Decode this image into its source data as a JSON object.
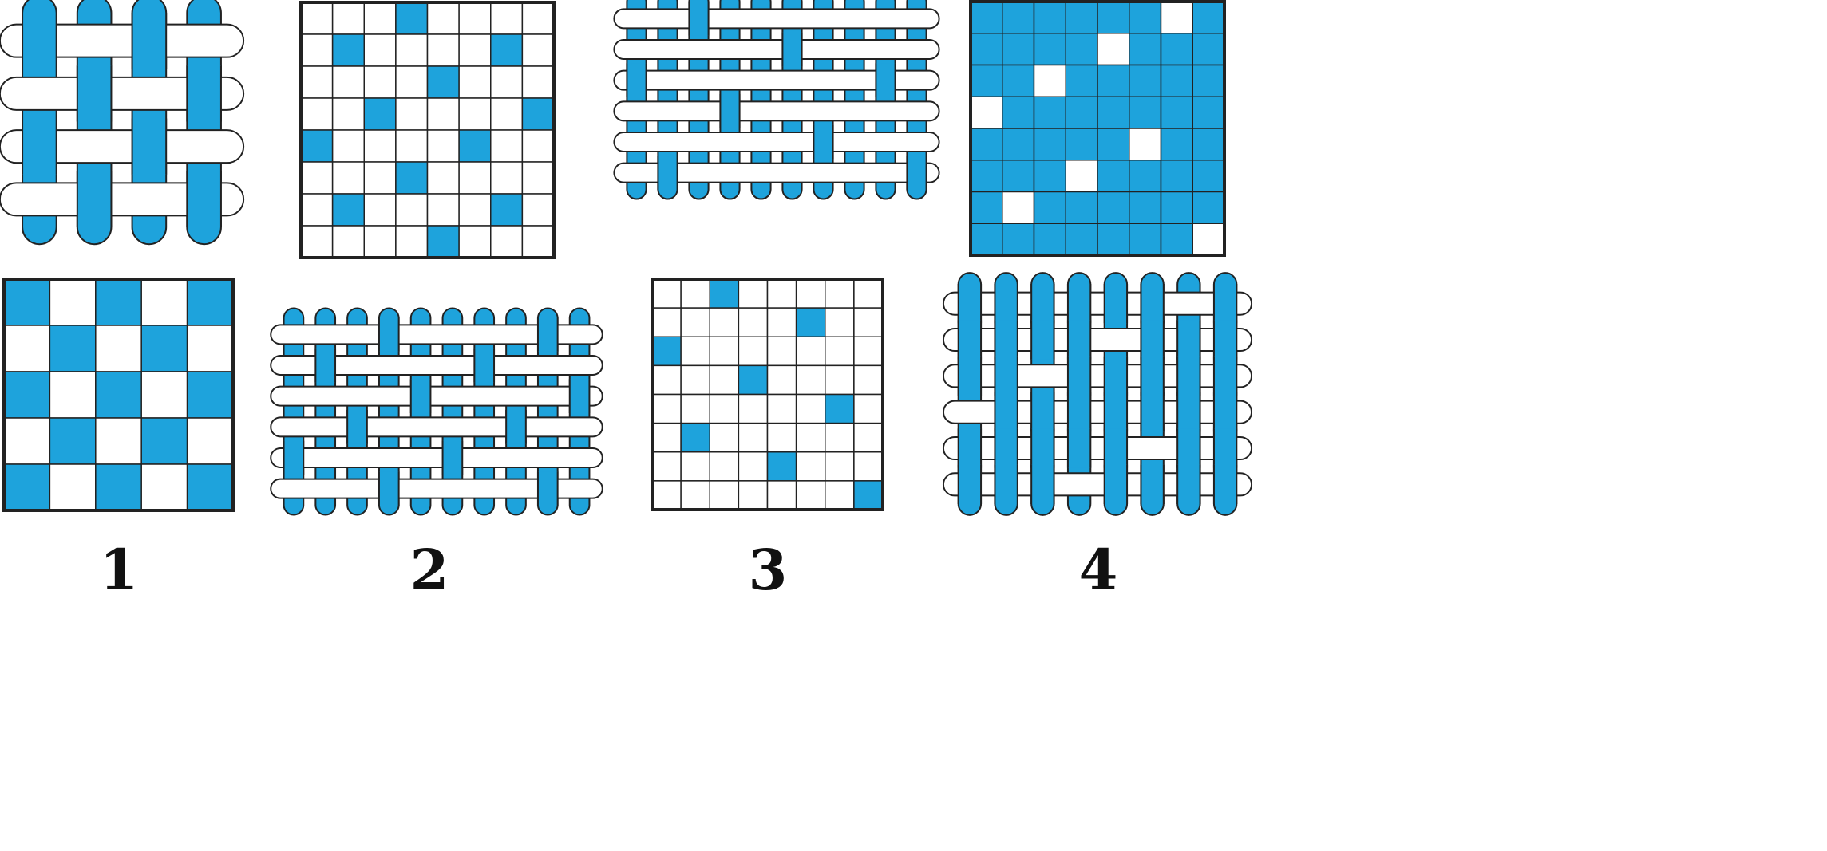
{
  "colors": {
    "blue": "#1ea3dc",
    "white": "#ffffff",
    "line": "#222222"
  },
  "labels": [
    "1",
    "2",
    "3",
    "4"
  ],
  "weaves": [
    {
      "id": "plain",
      "repeat": 2,
      "tile": [
        [
          1,
          0
        ],
        [
          0,
          1
        ]
      ]
    },
    {
      "id": "satin-5",
      "repeat": 5,
      "tile": [
        [
          0,
          0,
          0,
          1,
          0
        ],
        [
          0,
          1,
          0,
          0,
          0
        ],
        [
          0,
          0,
          0,
          0,
          1
        ],
        [
          0,
          0,
          1,
          0,
          0
        ],
        [
          1,
          0,
          0,
          0,
          0
        ]
      ]
    },
    {
      "id": "satin-8",
      "repeat": 8,
      "tile": [
        [
          0,
          0,
          1,
          0,
          0,
          0,
          0,
          0
        ],
        [
          0,
          0,
          0,
          0,
          0,
          1,
          0,
          0
        ],
        [
          1,
          0,
          0,
          0,
          0,
          0,
          0,
          0
        ],
        [
          0,
          0,
          0,
          1,
          0,
          0,
          0,
          0
        ],
        [
          0,
          0,
          0,
          0,
          0,
          0,
          1,
          0
        ],
        [
          0,
          1,
          0,
          0,
          0,
          0,
          0,
          0
        ],
        [
          0,
          0,
          0,
          0,
          1,
          0,
          0,
          0
        ],
        [
          0,
          0,
          0,
          0,
          0,
          0,
          0,
          1
        ]
      ]
    },
    {
      "id": "warp-satin-8",
      "repeat": 8,
      "tile": [
        [
          1,
          1,
          1,
          1,
          1,
          1,
          0,
          1
        ],
        [
          1,
          1,
          1,
          1,
          0,
          1,
          1,
          1
        ],
        [
          1,
          1,
          0,
          1,
          1,
          1,
          1,
          1
        ],
        [
          0,
          1,
          1,
          1,
          1,
          1,
          1,
          1
        ],
        [
          1,
          1,
          1,
          1,
          1,
          0,
          1,
          1
        ],
        [
          1,
          1,
          1,
          0,
          1,
          1,
          1,
          1
        ],
        [
          1,
          0,
          1,
          1,
          1,
          1,
          1,
          1
        ],
        [
          1,
          1,
          1,
          1,
          1,
          1,
          1,
          0
        ]
      ]
    }
  ]
}
